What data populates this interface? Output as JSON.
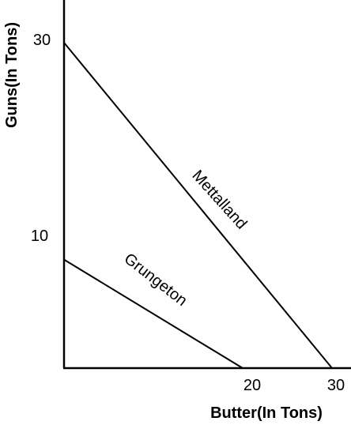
{
  "chart_data": {
    "type": "line",
    "title": "",
    "xlabel": "Butter(In Tons)",
    "ylabel": "Guns(In Tons)",
    "xlim": [
      0,
      30
    ],
    "ylim": [
      0,
      30
    ],
    "x_ticks": [
      "20",
      "30"
    ],
    "y_ticks": [
      "30",
      "10"
    ],
    "grid": false,
    "legend": "none",
    "series": [
      {
        "name": "Mettalland",
        "x": [
          0,
          30
        ],
        "y": [
          30,
          0
        ]
      },
      {
        "name": "Grungeton",
        "x": [
          0,
          20
        ],
        "y": [
          10,
          0
        ]
      }
    ]
  }
}
